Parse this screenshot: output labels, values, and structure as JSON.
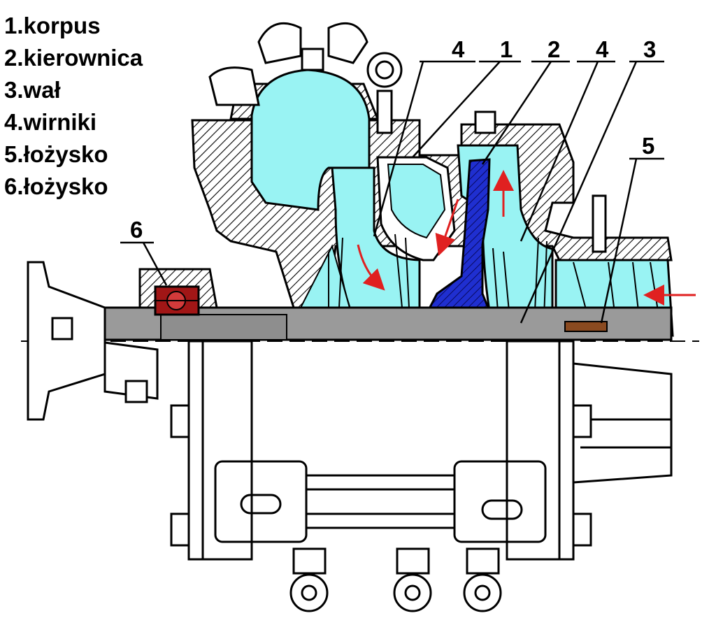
{
  "legend": [
    {
      "id": "1",
      "text": "1.korpus"
    },
    {
      "id": "2",
      "text": "2.kierownica"
    },
    {
      "id": "3",
      "text": "3.wał"
    },
    {
      "id": "4",
      "text": "4.wirniki"
    },
    {
      "id": "5",
      "text": "5.łożysko"
    },
    {
      "id": "6",
      "text": "6.łożysko"
    }
  ],
  "callouts": {
    "c4a": "4",
    "c1": "1",
    "c2": "2",
    "c4b": "4",
    "c3": "3",
    "c5": "5",
    "c6": "6"
  },
  "colors": {
    "fluid": "#99f3f3",
    "guide_vane": "#1f2fd0",
    "bearing_6": "#a11616",
    "bearing_5": "#8a4a20",
    "flow_arrow": "#e02020",
    "shaft": "#9a9a9a",
    "line": "#000000"
  }
}
